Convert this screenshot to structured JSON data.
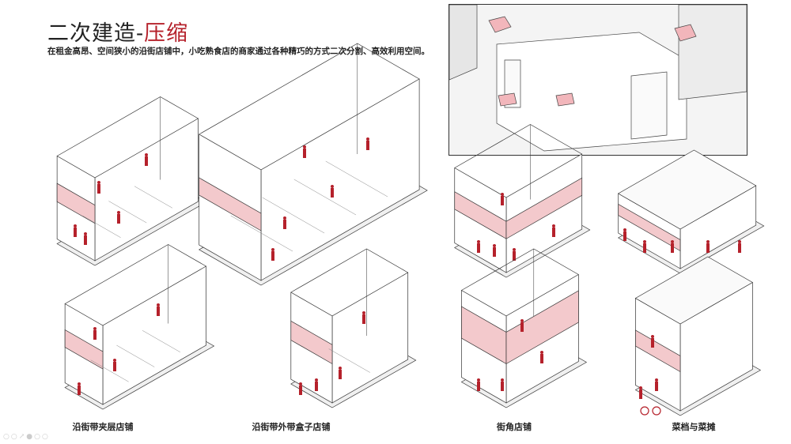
{
  "header": {
    "title_main": "二次建造-",
    "title_accent": "压缩",
    "subtitle": "在租金高昂、空间狭小的沿街店铺中，小吃熟食店的商家通过各种精巧的方式二次分割、高效利用空间。"
  },
  "captions": [
    {
      "label": "沿街带夹层店铺"
    },
    {
      "label": "沿街带外带盒子店铺"
    },
    {
      "label": "街角店铺"
    },
    {
      "label": "菜档与菜摊"
    }
  ],
  "colors": {
    "accent": "#b5212b",
    "highlight": "#f3c9cc",
    "line": "#333333"
  },
  "footer": {
    "icons": "○○↗●○○"
  }
}
